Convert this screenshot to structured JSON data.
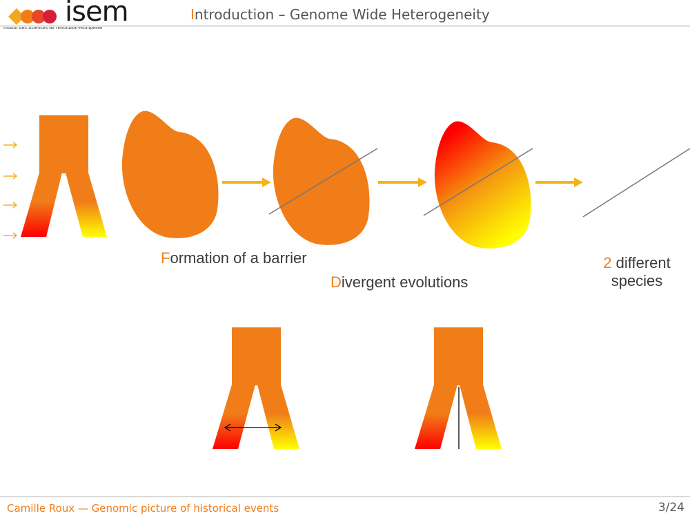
{
  "header": {
    "logo": {
      "wordmark": "isem",
      "subtitle": "Institut des Sciences de l'Evolution-Montpellier"
    },
    "title_initial": "I",
    "title_rest": "ntroduction – Genome Wide Heterogeneity"
  },
  "labels": {
    "barrier": {
      "initial": "F",
      "rest": "ormation of a barrier"
    },
    "divergent": {
      "initial": "D",
      "rest": "ivergent evolutions"
    },
    "species_number": "2",
    "species_line1_rest": " different",
    "species_line2": "species"
  },
  "footer": {
    "left": "Camille Roux — Genomic picture of historical events",
    "page": "3/24"
  },
  "colors": {
    "accent": "#f07d18",
    "orange": "#f07d18",
    "red": "#ff0000",
    "yellow": "#ffff00",
    "arrow": "#f5b31a",
    "barrier_line": "#777777"
  }
}
